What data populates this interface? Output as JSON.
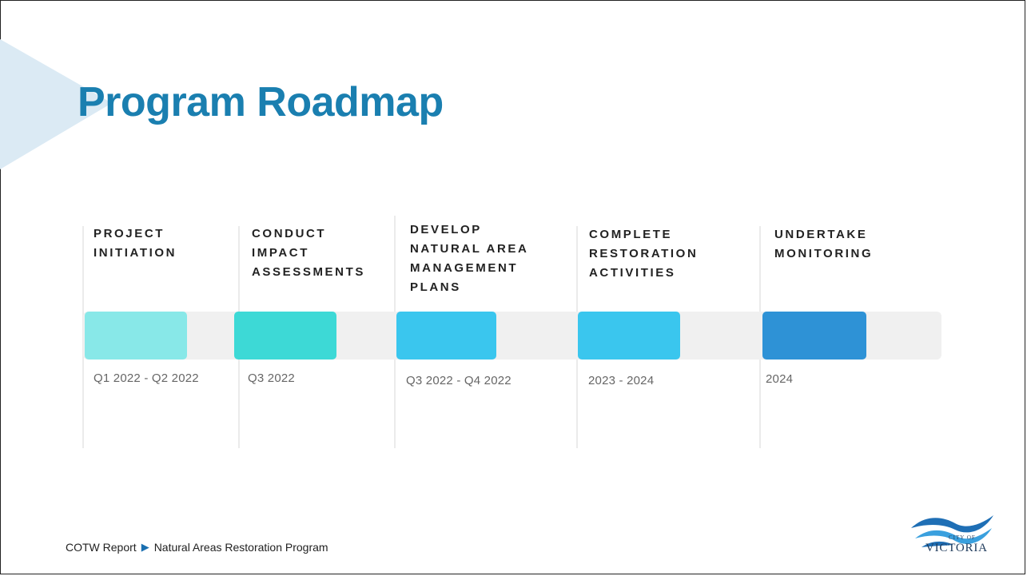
{
  "slide": {
    "title": "Program Roadmap",
    "accent_color": "#1a7fb0",
    "triangle_color": "#dbeaf4"
  },
  "roadmap": {
    "phases": [
      {
        "title": "PROJECT\nINITIATION",
        "date": "Q1 2022 - Q2 2022",
        "color": "#88e8e8"
      },
      {
        "title": "CONDUCT\nIMPACT\nASSESSMENTS",
        "date": "Q3 2022",
        "color": "#3dd9d6"
      },
      {
        "title": "DEVELOP\nNATURAL AREA\nMANAGEMENT\nPLANS",
        "date": "Q3 2022 - Q4 2022",
        "color": "#3ac6ee"
      },
      {
        "title": "COMPLETE\nRESTORATION\nACTIVITIES",
        "date": "2023 - 2024",
        "color": "#3ac6ee"
      },
      {
        "title": "UNDERTAKE\nMONITORING",
        "date": "2024",
        "color": "#2e92d6"
      }
    ]
  },
  "footer": {
    "report": "COTW Report",
    "arrow_icon": "right-triangle-icon",
    "program": "Natural Areas Restoration Program"
  },
  "logo": {
    "city_text": "CITY OF",
    "name_text": "VICTORIA"
  }
}
